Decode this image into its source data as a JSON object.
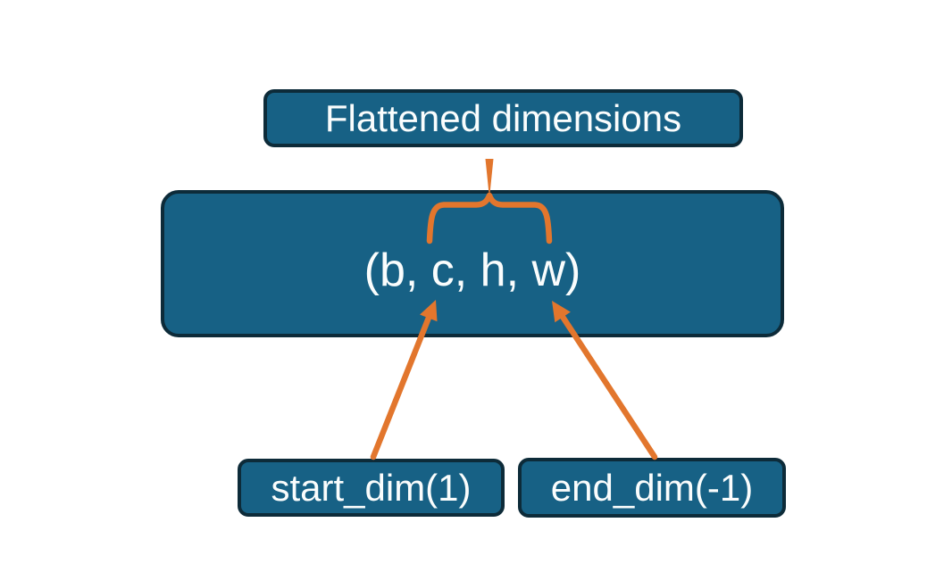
{
  "diagram": {
    "nodes": {
      "flattened": {
        "label": "Flattened dimensions"
      },
      "shape": {
        "label": "(b, c, h, w)"
      },
      "start_dim": {
        "label": "start_dim(1)"
      },
      "end_dim": {
        "label": "end_dim(-1)"
      }
    },
    "colors": {
      "background": "#ffffff",
      "node_fill": "#176185",
      "node_border": "#0d2b39",
      "connector": "#e2762d",
      "text": "#fafdfd"
    }
  }
}
